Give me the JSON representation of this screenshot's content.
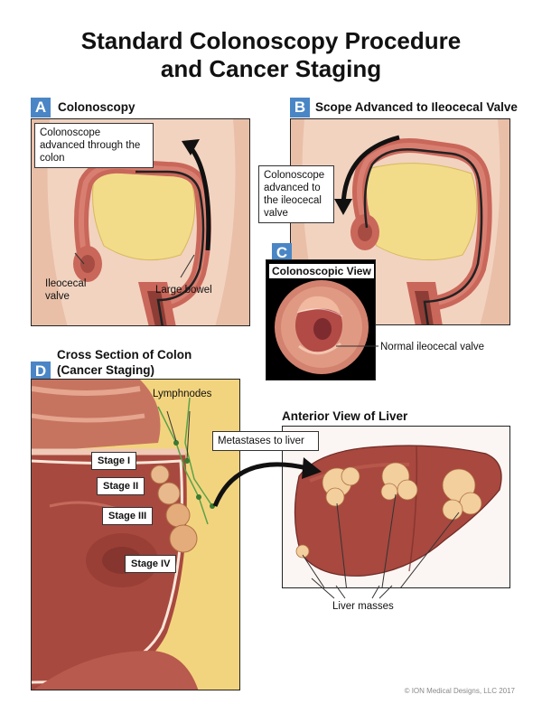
{
  "title": {
    "line1": "Standard Colonoscopy Procedure",
    "line2": "and Cancer Staging"
  },
  "panels": {
    "a": {
      "letter": "A",
      "title": "Colonoscopy",
      "callout": "Colonoscope advanced through the colon",
      "labels": {
        "ileocecal_1": "Ileocecal",
        "ileocecal_2": "valve",
        "large_bowel": "Large bowel"
      }
    },
    "b": {
      "letter": "B",
      "title": "Scope Advanced to Ileocecal Valve",
      "callout": "Colonoscope advanced to the ileocecal valve"
    },
    "c": {
      "letter": "C",
      "title": "Colonoscopic View",
      "label": "Normal ileocecal valve"
    },
    "d": {
      "letter": "D",
      "title_1": "Cross Section of Colon",
      "title_2": "(Cancer Staging)",
      "lymphnodes": "Lymphnodes",
      "stages": [
        "Stage I",
        "Stage II",
        "Stage III",
        "Stage IV"
      ]
    },
    "liver": {
      "title": "Anterior View of Liver",
      "metastases": "Metastases to liver",
      "masses": "Liver masses"
    }
  },
  "copyright": "© ION Medical Designs, LLC 2017",
  "colors": {
    "accent": "#4a86c5",
    "skin": "#f4d9c8",
    "colon": "#c9675a",
    "fat": "#f2dc8a",
    "liver": "#a8483f"
  }
}
